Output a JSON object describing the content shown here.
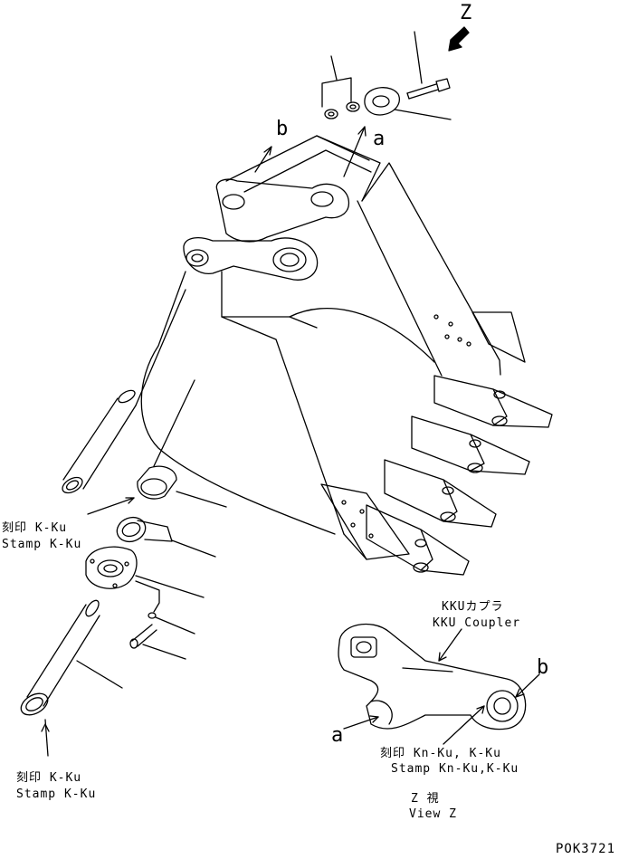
{
  "labels": {
    "view_letter": "Z",
    "arrow_b_top": "b",
    "arrow_a_top": "a",
    "stamp_bushing_jp": "刻印 K-Ku",
    "stamp_bushing_en": "Stamp K-Ku",
    "stamp_pin_jp": "刻印 K-Ku",
    "stamp_pin_en": "Stamp K-Ku",
    "coupler_jp": "KKUカプラ",
    "coupler_en": "KKU Coupler",
    "arrow_b_coupler": "b",
    "arrow_a_coupler": "a",
    "stamp_coupler_jp": "刻印 Kn-Ku, K-Ku",
    "stamp_coupler_en": "Stamp Kn-Ku,K-Ku",
    "view_z_jp": "Z 視",
    "view_z_en": "View Z",
    "drawing_ref": "POK3721"
  },
  "colors": {
    "line": "#000000",
    "background": "#ffffff"
  }
}
